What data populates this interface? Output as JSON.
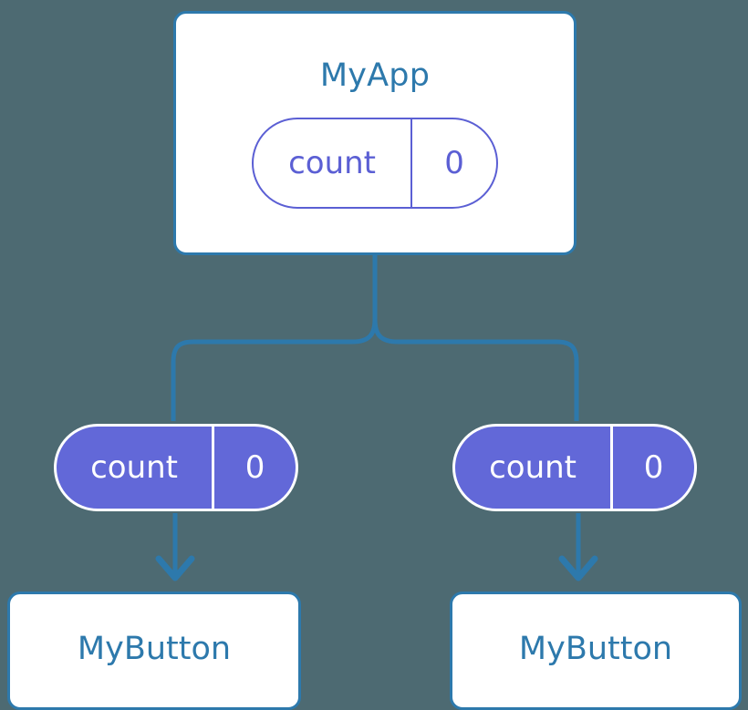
{
  "diagram": {
    "type": "component-state-tree",
    "background_color": "#4d6a72",
    "accent_blue": "#2d79ac",
    "accent_purple": "#6268d8",
    "parent": {
      "name": "MyApp",
      "state": {
        "key": "count",
        "value": "0"
      }
    },
    "propagated_state": [
      {
        "key": "count",
        "value": "0"
      },
      {
        "key": "count",
        "value": "0"
      }
    ],
    "children": [
      {
        "name": "MyButton"
      },
      {
        "name": "MyButton"
      }
    ]
  }
}
